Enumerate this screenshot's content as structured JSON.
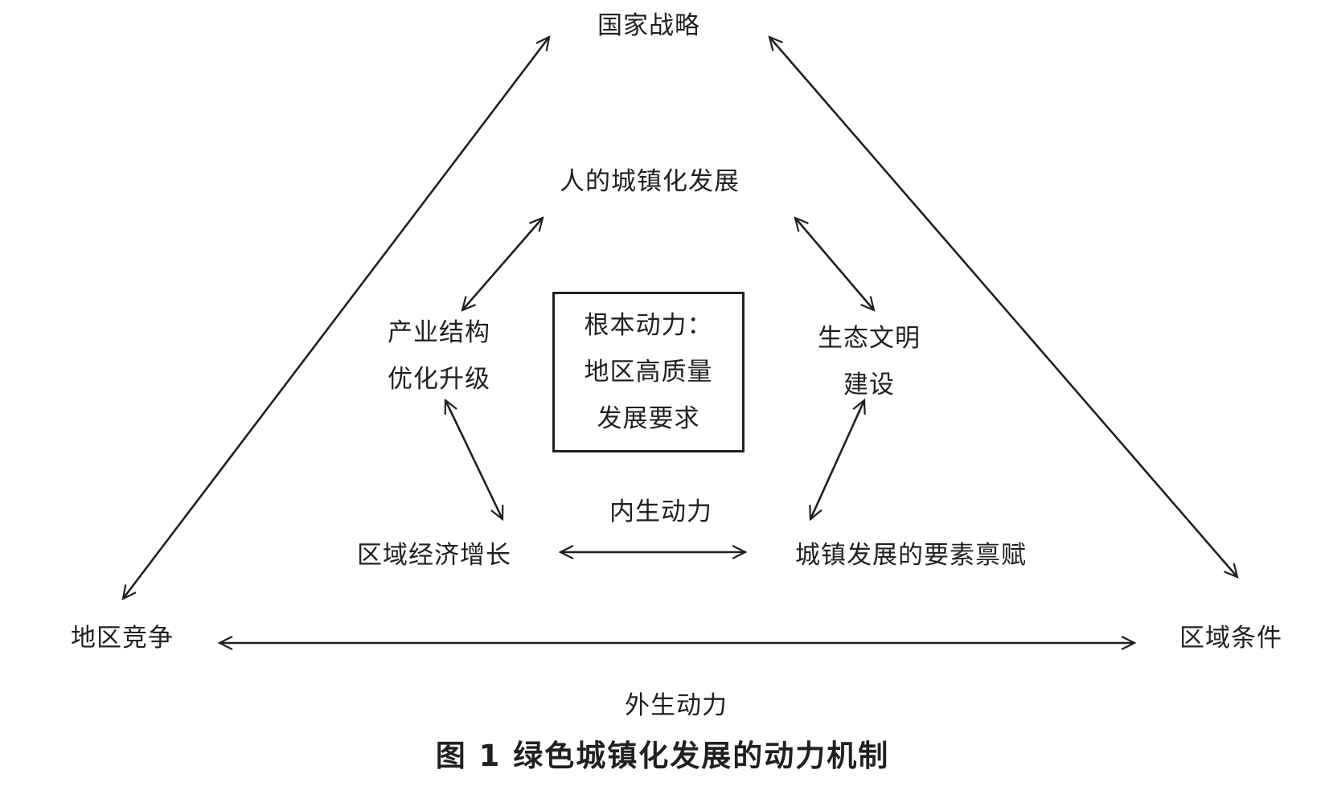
{
  "nodes": {
    "national_strategy": "国家战略",
    "regional_competition": "地区竞争",
    "regional_conditions": "区域条件",
    "human_urbanization": "人的城镇化发展",
    "industry_upgrade_line1": "产业结构",
    "industry_upgrade_line2": "优化升级",
    "eco_civilization_line1": "生态文明",
    "eco_civilization_line2": "建设",
    "regional_growth": "区域经济增长",
    "urban_endowment": "城镇发展的要素禀赋"
  },
  "center": {
    "line1": "根本动力：",
    "line2": "地区高质量",
    "line3": "发展要求"
  },
  "labels": {
    "endogenous": "内生动力",
    "exogenous": "外生动力"
  },
  "caption": "图 1  绿色城镇化发展的动力机制",
  "colors": {
    "ink": "#231f20"
  }
}
